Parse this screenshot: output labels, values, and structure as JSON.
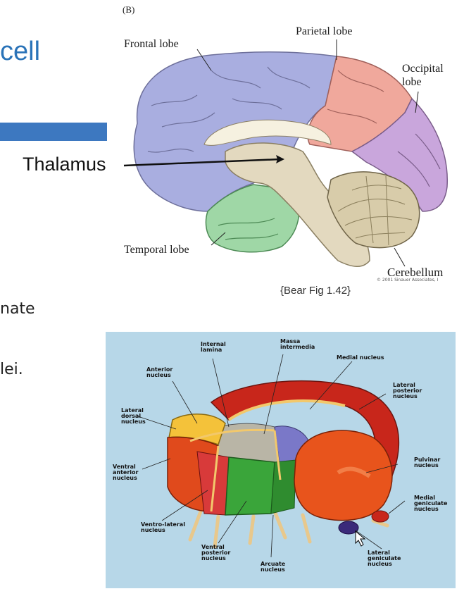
{
  "slide": {
    "title_fragment": "cell",
    "bullets": [
      "nate",
      "lei."
    ]
  },
  "figure_b": {
    "panel_label": "(B)",
    "labels": {
      "frontal": "Frontal lobe",
      "parietal": "Parietal lobe",
      "occipital": "Occipital lobe",
      "temporal": "Temporal lobe",
      "cerebellum": "Cerebellum",
      "thalamus": "Thalamus"
    },
    "copyright": "© 2001 Sinauer Associates, I",
    "caption": "{Bear Fig 1.42}",
    "colors": {
      "frontal": "#a9aee0",
      "parietal": "#f0a89c",
      "occipital": "#c9a6dc",
      "temporal": "#9fd7a6",
      "brainstem": "#e3d9bf",
      "cerebellum": "#d8ccaa"
    }
  },
  "figure_thalamus": {
    "labels": {
      "internal_lamina": "Internal\nlamina",
      "massa_intermedia": "Massa\nintermedia",
      "medial_nucleus": "Medial nucleus",
      "anterior_nucleus": "Anterior\nnucleus",
      "lateral_posterior": "Lateral\nposterior\nnucleus",
      "lateral_dorsal": "Lateral\ndorsal\nnucleus",
      "pulvinar": "Pulvinar\nnucleus",
      "ventral_anterior": "Ventral\nanterior\nnucleus",
      "medial_geniculate": "Medial\ngeniculate\nnucleus",
      "ventro_lateral": "Ventro-lateral\nnucleus",
      "ventral_posterior": "Ventral\nposterior\nnucleus",
      "arcuate": "Arcuate\nnucleus",
      "lateral_geniculate": "Lateral\ngeniculate\nnucleus"
    },
    "colors": {
      "background": "#b7d7e8",
      "red": "#c8261b",
      "orange": "#e8541c",
      "yellow": "#f4c23a",
      "green": "#3aa53a",
      "gray": "#b9b5a6",
      "purple": "#7a78c8"
    }
  }
}
